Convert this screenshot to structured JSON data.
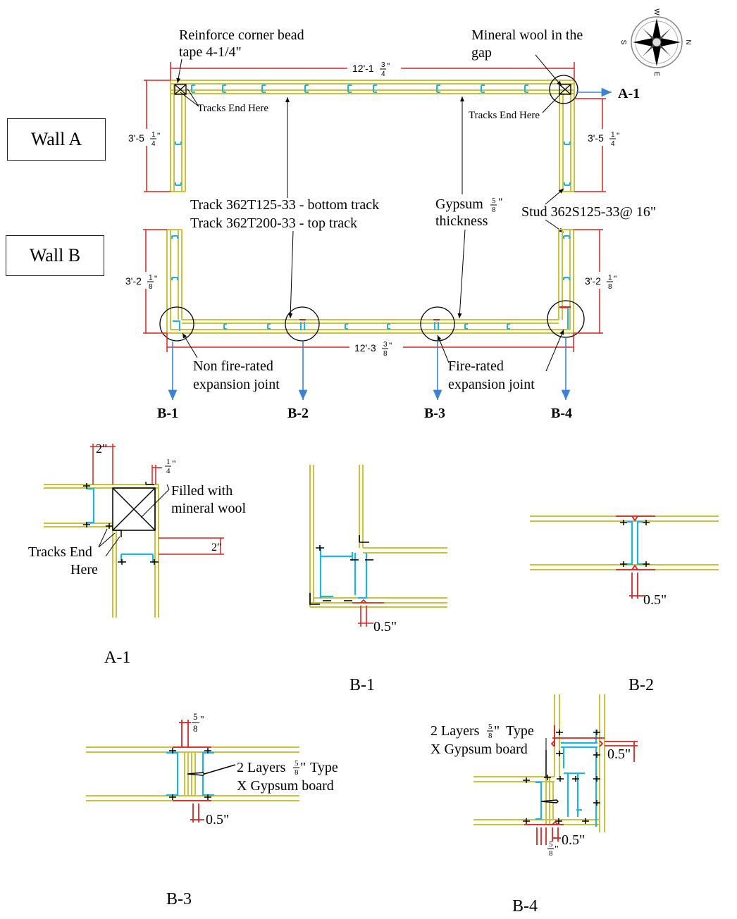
{
  "plan": {
    "wall_a_label": "Wall A",
    "wall_b_label": "Wall B",
    "corner_bead_line1": "Reinforce corner bead",
    "corner_bead_line2": "tape 4-1/4\"",
    "mineral_wool_line1": "Mineral wool in the",
    "mineral_wool_line2": "gap",
    "tracks_end_left": "Tracks End Here",
    "tracks_end_right": "Tracks End Here",
    "track_line1": "Track 362T125-33 - bottom track",
    "track_line2": "Track 362T200-33 - top track",
    "gypsum_line1": "Gypsum",
    "gypsum_frac_num": "5",
    "gypsum_frac_den": "8",
    "gypsum_unit": "\"",
    "gypsum_line2": "thickness",
    "stud_label": "Stud 362S125-33@ 16\"",
    "non_fire_line1": "Non fire-rated",
    "non_fire_line2": "expansion joint",
    "fire_line1": "Fire-rated",
    "fire_line2": "expansion joint",
    "callout_a1": "A-1",
    "callouts_b": [
      "B-1",
      "B-2",
      "B-3",
      "B-4"
    ],
    "compass_letters": [
      "W",
      "N",
      "E",
      "S"
    ],
    "dims": {
      "top_whole": "12'-1",
      "top_frac_num": "3",
      "top_frac_den": "4",
      "bottom_whole": "12'-3",
      "bottom_frac_num": "3",
      "bottom_frac_den": "8",
      "wall_a_whole": "3'-5",
      "wall_a_frac_num": "1",
      "wall_a_frac_den": "4",
      "wall_b_whole": "3'-2",
      "wall_b_frac_num": "1",
      "wall_b_frac_den": "8",
      "inch_mark": "\""
    }
  },
  "details": {
    "a1": {
      "title": "A-1",
      "dim_top": "2\"",
      "dim_quarter_num": "1",
      "dim_quarter_den": "4",
      "dim_right": "2\"",
      "filled_line1": "Filled with",
      "filled_line2": "mineral wool",
      "tracks_line1": "Tracks End",
      "tracks_line2": "Here"
    },
    "b1": {
      "title": "B-1",
      "gap": "0.5\""
    },
    "b2": {
      "title": "B-2",
      "gap": "0.5\""
    },
    "b3": {
      "title": "B-3",
      "gap": "0.5\"",
      "frac_num": "5",
      "frac_den": "8",
      "unit": "\"",
      "layers_line1a": "2 Layers",
      "layers_line1b": "Type",
      "layers_line2": "X Gypsum board"
    },
    "b4": {
      "title": "B-4",
      "gap_top": "0.5\"",
      "gap_bottom": "0.5\"",
      "frac_num": "5",
      "frac_den": "8",
      "unit": "\"",
      "layers_line1a": "2 Layers",
      "layers_line1b": "Type",
      "layers_line2": "X Gypsum board"
    }
  },
  "colors": {
    "board": "#c9c23a",
    "stud": "#1ab4e8",
    "dimension": "#e02020",
    "callout_arrow": "#3b82d6",
    "outline": "#000000"
  }
}
